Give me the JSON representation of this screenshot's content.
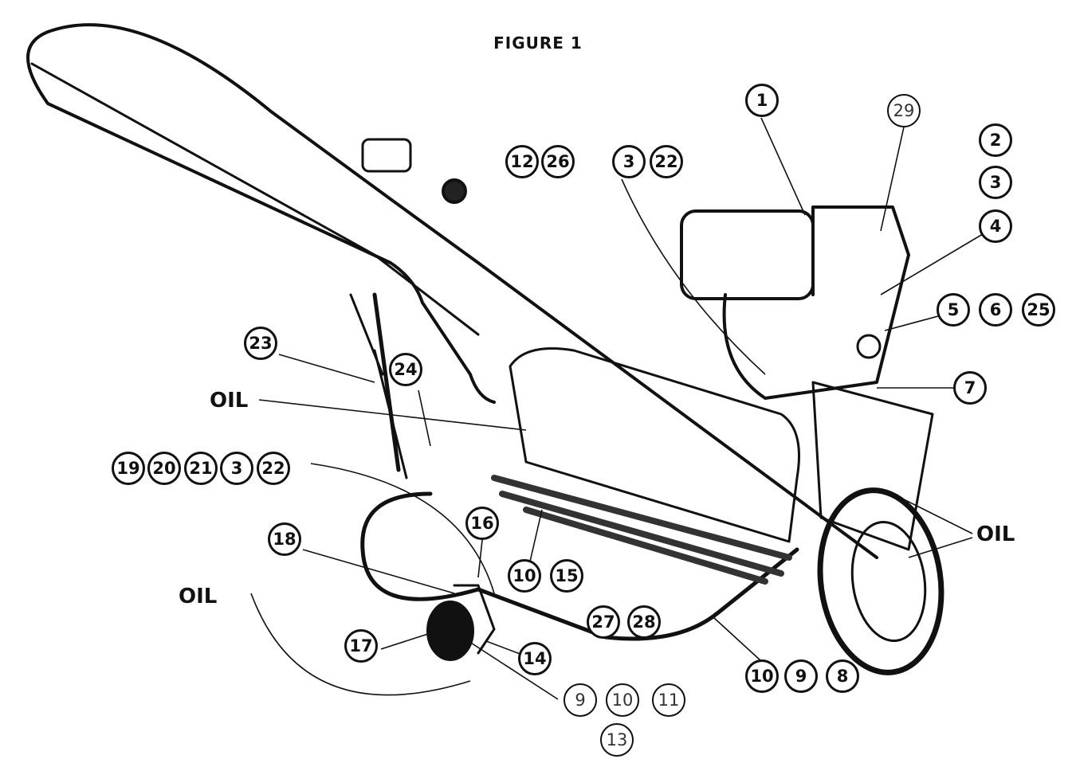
{
  "figure_title": "FIGURE 1",
  "oil_label": "OIL",
  "callouts": [
    "1",
    "29",
    "2",
    "3",
    "4",
    "12",
    "26",
    "3",
    "22",
    "5",
    "6",
    "25",
    "7",
    "23",
    "24",
    "19",
    "20",
    "21",
    "3",
    "22",
    "16",
    "18",
    "10",
    "15",
    "27",
    "28",
    "17",
    "14",
    "10",
    "9",
    "8",
    "9",
    "10",
    "11",
    "13"
  ]
}
